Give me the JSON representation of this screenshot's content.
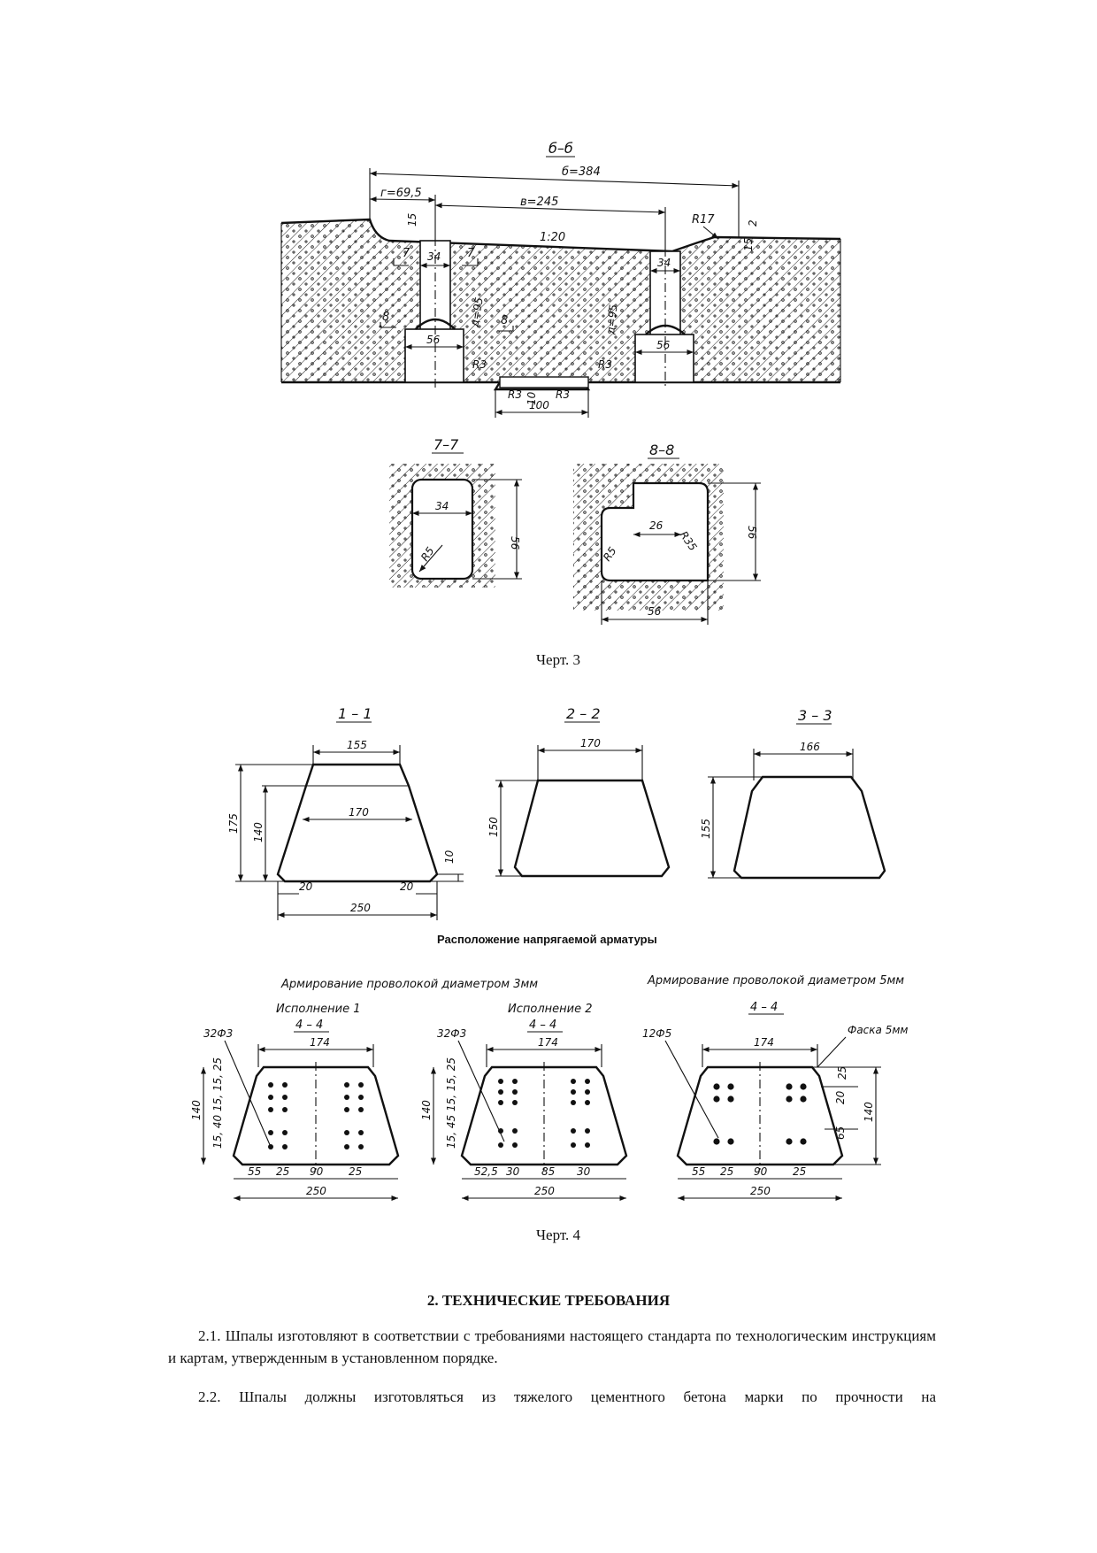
{
  "drawing3": {
    "section_66": {
      "title": "б–б",
      "dim_b": "б=384",
      "dim_g": "г=69,5",
      "dim_v": "в=245",
      "dim_r17": "R17",
      "dim_2": "2",
      "dim_15_left": "15",
      "dim_15_right": "15",
      "slope": "1:20",
      "dim_34_left": "34",
      "dim_34_right": "34",
      "dim_d95_left": "д=95",
      "dim_d95_right": "д=95",
      "cut7_left": "7",
      "cut7_right": "7",
      "cut8_left": "8",
      "cut8_right": "8",
      "dim_56_left": "56",
      "dim_56_right": "56",
      "r3_a": "R3",
      "r3_b": "R3",
      "r3_c": "R3",
      "r3_d": "R3",
      "dim_10": "10",
      "dim_100": "100"
    },
    "section_77": {
      "title": "7–7",
      "dim_34": "34",
      "dim_56": "56",
      "r5": "R5"
    },
    "section_88": {
      "title": "8–8",
      "dim_26": "26",
      "dim_56_v": "56",
      "dim_56_h": "56",
      "r5": "R5",
      "r35": "R35"
    },
    "caption": "Черт. 3"
  },
  "drawing4": {
    "s11": {
      "title": "1 – 1",
      "d155": "155",
      "d170": "170",
      "d175": "175",
      "d140": "140",
      "d10": "10",
      "d20a": "20",
      "d20b": "20",
      "d250": "250"
    },
    "s22": {
      "title": "2 – 2",
      "d170": "170",
      "d150": "150"
    },
    "s33": {
      "title": "3 – 3",
      "d166": "166",
      "d155": "155"
    },
    "arrangement_title": "Расположение напрягаемой арматуры",
    "wire3_title": "Армирование проволокой диаметром 3мм",
    "wire5_title": "Армирование проволокой диаметром 5мм",
    "v1": {
      "title": "Исполнение 1",
      "section": "4 – 4",
      "label": "32Ф3",
      "d174": "174",
      "d140": "140",
      "vert": "15, 40   15, 15, 25",
      "b55": "55",
      "b25a": "25",
      "b90": "90",
      "b25b": "25",
      "b250": "250"
    },
    "v2": {
      "title": "Исполнение 2",
      "section": "4 – 4",
      "label": "32Ф3",
      "d174": "174",
      "d140": "140",
      "vert": "15, 45  15, 15, 25",
      "b52": "52,5",
      "b30a": "30",
      "b85": "85",
      "b30b": "30",
      "b250": "250"
    },
    "v3": {
      "section": "4 – 4",
      "label": "12Ф5",
      "chamfer": "Фаска 5мм",
      "d174": "174",
      "d25": "25",
      "d20": "20",
      "d65": "65",
      "d140": "140",
      "b55": "55",
      "b25a": "25",
      "b90": "90",
      "b25b": "25",
      "b250": "250"
    },
    "caption": "Черт. 4"
  },
  "section2": {
    "heading": "2. ТЕХНИЧЕСКИЕ ТРЕБОВАНИЯ",
    "p21": "2.1. Шпалы изготовляют в соответствии с требованиями настоящего стандарта по технологическим инструкциям и картам, утвержденным в установленном порядке.",
    "p22": "2.2. Шпалы должны изготовляться из тяжелого цементного бетона марки по прочности на"
  }
}
